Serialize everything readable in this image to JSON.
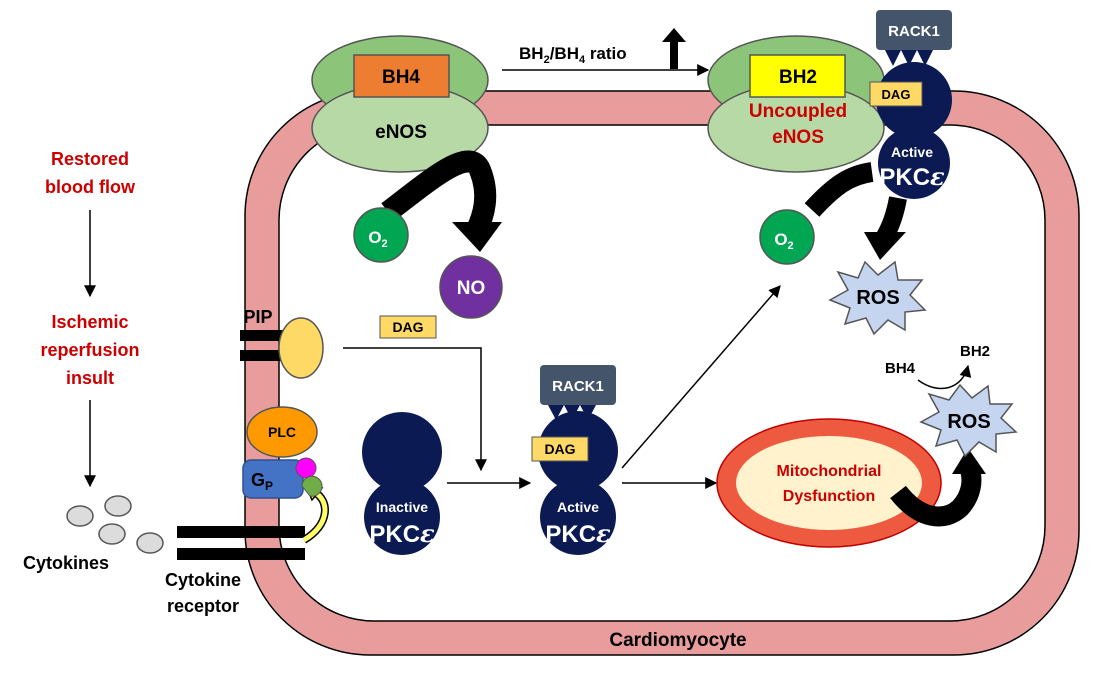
{
  "side": {
    "restored_line1": "Restored",
    "restored_line2": "blood flow",
    "ischemic_line1": "Ischemic",
    "ischemic_line2": "reperfusion",
    "ischemic_line3": "insult",
    "cytokines": "Cytokines",
    "receptor_line1": "Cytokine",
    "receptor_line2": "receptor"
  },
  "cell": {
    "label": "Cardiomyocyte"
  },
  "enos_left": {
    "cofactor": "BH4",
    "enzyme": "eNOS",
    "substrate": "O",
    "substrate_sub": "2",
    "product": "NO"
  },
  "ratio": {
    "a": "BH",
    "a_sub": "2",
    "slash": "/BH",
    "b_sub": "4",
    "suffix": " ratio"
  },
  "enos_right": {
    "cofactor": "BH2",
    "line1": "Uncoupled",
    "line2": "eNOS",
    "substrate": "O",
    "substrate_sub": "2",
    "product": "ROS"
  },
  "top_pkc": {
    "rack": "RACK1",
    "dag": "DAG",
    "state": "Active",
    "name": "PKC",
    "eps": "ε"
  },
  "membrane": {
    "pip": "PIP",
    "plc": "PLC",
    "gp": "G",
    "gp_sub": "P"
  },
  "dag_free": "DAG",
  "inactive_pkc": {
    "state": "Inactive",
    "name": "PKC",
    "eps": "ε"
  },
  "active_pkc": {
    "rack": "RACK1",
    "dag": "DAG",
    "state": "Active",
    "name": "PKC",
    "eps": "ε"
  },
  "mito": {
    "line1": "Mitochondrial",
    "line2": "Dysfunction"
  },
  "mito_ros": {
    "label": "ROS",
    "bh4": "BH4",
    "bh2": "BH2"
  },
  "colors": {
    "cell_membrane": "#e89c9c",
    "enos_green": "#b7d9a6",
    "enos_dark_green": "#8cc47a",
    "bh4_orange": "#ed7d31",
    "bh2_yellow": "#ffff00",
    "pkc_navy": "#0b1a52",
    "rack_gray": "#44546a",
    "dag_yellow": "#ffd966",
    "o2_green": "#00a651",
    "no_purple": "#7030a0",
    "ros_blue": "#c5d5f0",
    "red_text": "#cc0000",
    "mito_outer": "#ee5a40",
    "mito_inner": "#fff2cc",
    "plc_orange": "#ff9900",
    "gp_blue": "#4472c4",
    "pip_yellow": "#ffd966"
  }
}
